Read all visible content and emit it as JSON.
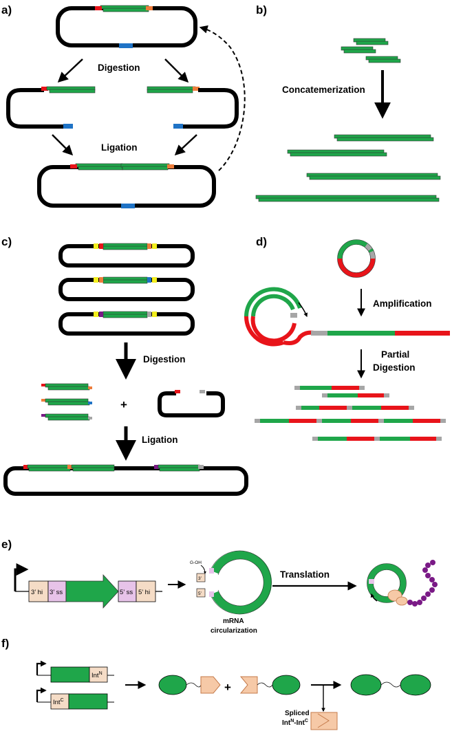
{
  "panels": {
    "a": {
      "label": "a)",
      "digestion": "Digestion",
      "ligation": "Ligation"
    },
    "b": {
      "label": "b)",
      "concatemerization": "Concatemerization"
    },
    "c": {
      "label": "c)",
      "digestion": "Digestion",
      "plus": "+",
      "ligation": "Ligation",
      "ellipsis": "..."
    },
    "d": {
      "label": "d)",
      "amplification": "Amplification",
      "partial_line1": "Partial",
      "partial_line2": "Digestion"
    },
    "e": {
      "label": "e)",
      "hi3": "3’ hi",
      "ss3": "3’ ss",
      "ss5": "5’ ss",
      "hi5": "5’ hi",
      "goh": "G-OH",
      "end3": "3’",
      "end5": "5’",
      "mrna_line1": "mRNA",
      "mrna_line2": "circularization",
      "translation": "Translation"
    },
    "f": {
      "label": "f)",
      "intn": "Int",
      "intn_sup": "N",
      "intc": "Int",
      "intc_sup": "C",
      "plus": "+",
      "spliced_line1": "Spliced",
      "spliced_line2_a": "Int",
      "spliced_line2_sup_a": "N",
      "spliced_line2_b": "-Int",
      "spliced_line2_sup_b": "C"
    }
  },
  "colors": {
    "green": "#1fa64a",
    "red": "#e8141a",
    "orange": "#ee7d3b",
    "blue": "#1f73c6",
    "yellow": "#f2ee1d",
    "gray": "#a6a6a6",
    "purple": "#7a1a86",
    "peach": "#f6c9a7",
    "pink": "#e7c3e9",
    "cream": "#f5dcc6"
  }
}
